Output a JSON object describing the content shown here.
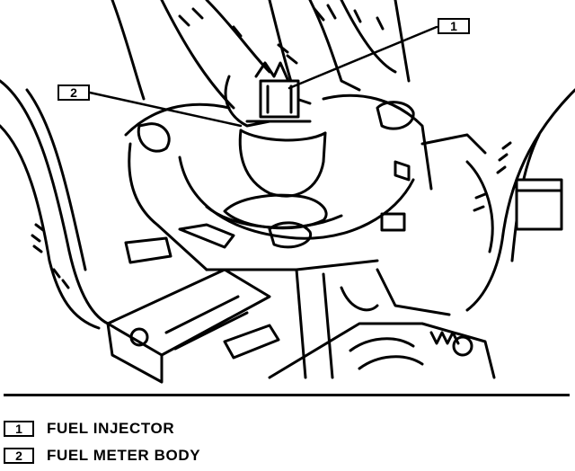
{
  "callouts": [
    {
      "number": "1"
    },
    {
      "number": "2"
    }
  ],
  "legend": [
    {
      "number": "1",
      "label": "FUEL INJECTOR"
    },
    {
      "number": "2",
      "label": "FUEL METER BODY"
    }
  ],
  "colors": {
    "ink": "#000000",
    "paper": "#ffffff"
  }
}
